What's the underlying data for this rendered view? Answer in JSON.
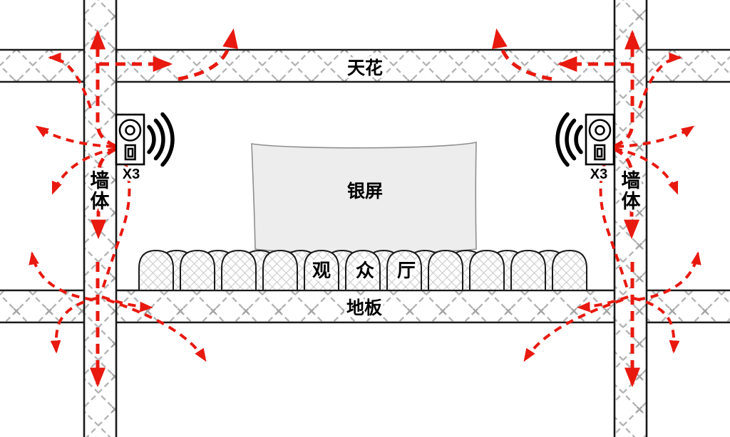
{
  "diagram": {
    "type": "cinema-sound-insulation-schematic",
    "description_visible_elements": "room section with ceiling, floor, two walls, screen, audience seats, two wall speakers and red dashed sound-leakage arrows"
  },
  "labels": {
    "ceiling": "天花",
    "floor": "地板",
    "screen": "银屏",
    "audience": [
      "观",
      "众",
      "厅"
    ],
    "wall_left": "墙体",
    "wall_right": "墙体"
  },
  "speakers": {
    "left": {
      "label": "X3"
    },
    "right": {
      "label": "X3"
    }
  },
  "colors": {
    "arrow_red": "#e8190f",
    "band_hatch_gray": "#b5b5b5",
    "seat_hatch_gray": "#cfcfcf",
    "screen_fill": "#ededed",
    "outline_black": "#1a1a1a",
    "background": "#ffffff"
  },
  "icons": {
    "speaker": "speaker-box-icon",
    "sound_waves": "sound-wave-arcs-icon",
    "leakage": "red-dashed-arrow-icon"
  }
}
